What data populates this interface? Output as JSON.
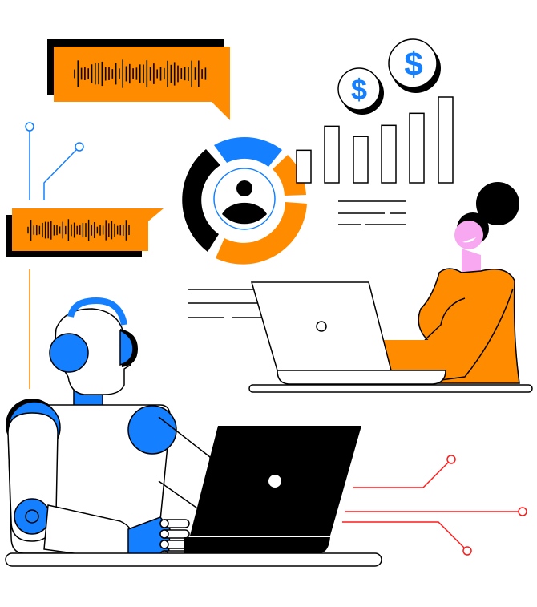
{
  "illustration": {
    "coins": [
      {
        "symbol": "$"
      },
      {
        "symbol": "$"
      }
    ],
    "bar_levels": [
      0.38,
      0.66,
      0.54,
      0.67,
      0.81,
      1.0
    ]
  },
  "colors": {
    "orange": "#FF8C00",
    "blue": "#1480FF",
    "black": "#000000",
    "pink": "#F7A8F0",
    "red": "#FF1A1A"
  }
}
